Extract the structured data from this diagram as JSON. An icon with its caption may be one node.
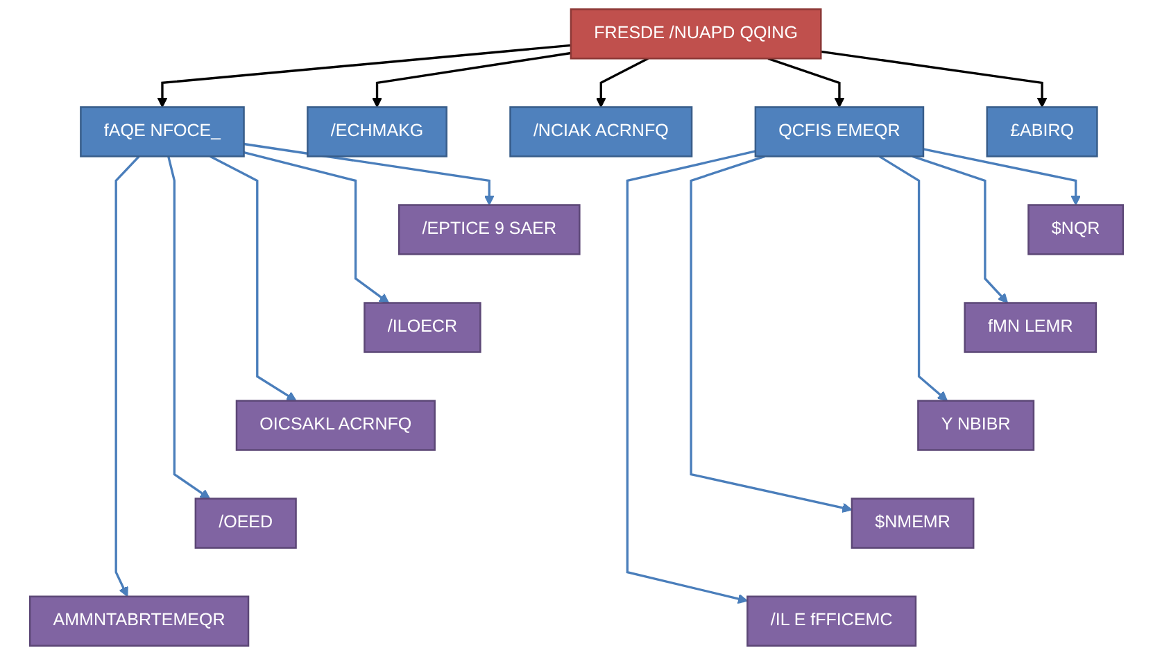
{
  "diagram": {
    "nodes": [
      {
        "text": [
          "FRESDE /NUAPD QQING"
        ]
      },
      {
        "text": [
          "fAQE NFOCE_"
        ]
      },
      {
        "text": [
          "/ECHMAKG"
        ]
      },
      {
        "text": [
          "/NCIAK ACRNFQ"
        ]
      },
      {
        "text": [
          "QCFIS EMEQR"
        ]
      },
      {
        "text": [
          "£ABIRQ"
        ]
      },
      {
        "text": [
          "/EPTICE 9 SAER"
        ]
      },
      {
        "text": [
          "/ILOECR"
        ]
      },
      {
        "text": [
          "OICSAKL ACRNFQ"
        ]
      },
      {
        "text": [
          "/OEED"
        ]
      },
      {
        "text": [
          "AMMNTABRTEMEQR"
        ]
      },
      {
        "text": [
          "$NQR"
        ]
      },
      {
        "text": [
          "fMN LEMR"
        ]
      },
      {
        "text": [
          "Y NBIBR"
        ]
      },
      {
        "text": [
          "$NMEMR"
        ]
      },
      {
        "text": [
          "/IL E fFFICEMC"
        ]
      }
    ],
    "edges": [
      {
        "from": 0,
        "to": 1,
        "arrow": "to",
        "color": "#000000"
      },
      {
        "from": 0,
        "to": 2,
        "arrow": "to",
        "color": "#000000"
      },
      {
        "from": 0,
        "to": 3,
        "arrow": "to",
        "color": "#000000"
      },
      {
        "from": 0,
        "to": 4,
        "arrow": "to",
        "color": "#000000"
      },
      {
        "from": 0,
        "to": 5,
        "arrow": "to",
        "color": "#000000"
      },
      {
        "from": 1,
        "to": 6,
        "arrow": "to"
      },
      {
        "from": 1,
        "to": 7,
        "arrow": "to"
      },
      {
        "from": 1,
        "to": 8,
        "arrow": "to"
      },
      {
        "from": 1,
        "to": 9,
        "arrow": "to"
      },
      {
        "from": 1,
        "to": 10,
        "arrow": "to"
      },
      {
        "from": 4,
        "to": 11,
        "arrow": "to"
      },
      {
        "from": 4,
        "to": 12,
        "arrow": "to"
      },
      {
        "from": 4,
        "to": 13,
        "arrow": "to"
      },
      {
        "from": 4,
        "to": 14,
        "arrow": "to"
      },
      {
        "from": 4,
        "to": 15,
        "arrow": "to"
      }
    ]
  }
}
